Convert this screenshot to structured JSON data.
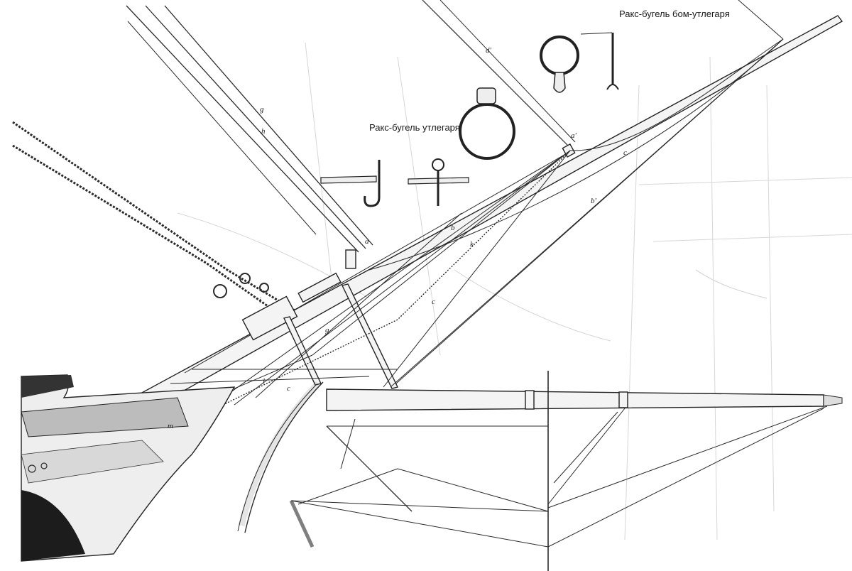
{
  "captions": {
    "bom_utlegar": "Ракс-бугель бом-утлегаря",
    "utlegar": "Ракс-бугель утлегаря"
  },
  "labels": {
    "g": "g",
    "h": "h",
    "d_prime": "d'",
    "a_prime": "a'",
    "c_upper": "c",
    "b_prime": "b'",
    "b": "b",
    "k": "k",
    "a": "a",
    "c_lower": "c",
    "g_lower": "g",
    "i": "i",
    "l": "l",
    "c_hull": "c",
    "m": "m"
  },
  "colors": {
    "ink": "#2a2a2a",
    "paper": "#ffffff",
    "ghost": "#d6d6d6"
  }
}
